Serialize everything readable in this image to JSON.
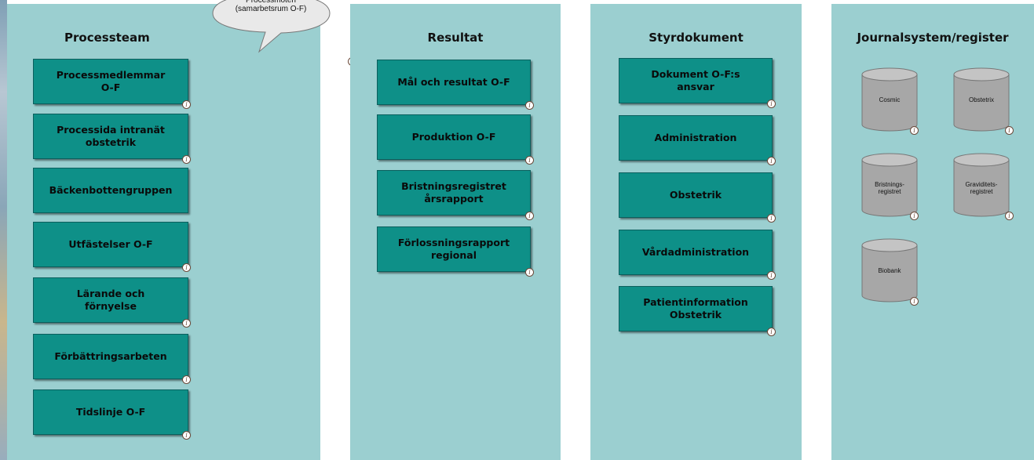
{
  "columns": {
    "processteam": {
      "title": "Processteam",
      "items": [
        "Processmedlemmar\nO-F",
        "Processida intranät\nobstetrik",
        "Bäckenbottengruppen",
        "Utfästelser O-F",
        "Lärande och\nförnyelse",
        "Förbättringsarbeten",
        "Tidslinje O-F"
      ]
    },
    "resultat": {
      "title": "Resultat",
      "items": [
        "Mål och resultat O-F",
        "Produktion O-F",
        "Bristningsregistret\nårsrapport",
        "Förlossningsrapport\nregional"
      ]
    },
    "styrdokument": {
      "title": "Styrdokument",
      "items": [
        "Dokument O-F:s\nansvar",
        "Administration",
        "Obstetrik",
        "Vårdadministration",
        "Patientinformation\nObstetrik"
      ]
    },
    "journalsystem": {
      "title": "Journalsystem/register",
      "databases": [
        "Cosmic",
        "Obstetrix",
        "Bristnings-\nregistret",
        "Graviditets-\nregistret",
        "Biobank"
      ]
    }
  },
  "callout": {
    "text": "Processmöten\n(samarbetsrum O-F)"
  },
  "info_glyph": "i",
  "colors": {
    "panel": "#9bcfd0",
    "box": "#0e9088",
    "database": "#a7a7a7"
  }
}
